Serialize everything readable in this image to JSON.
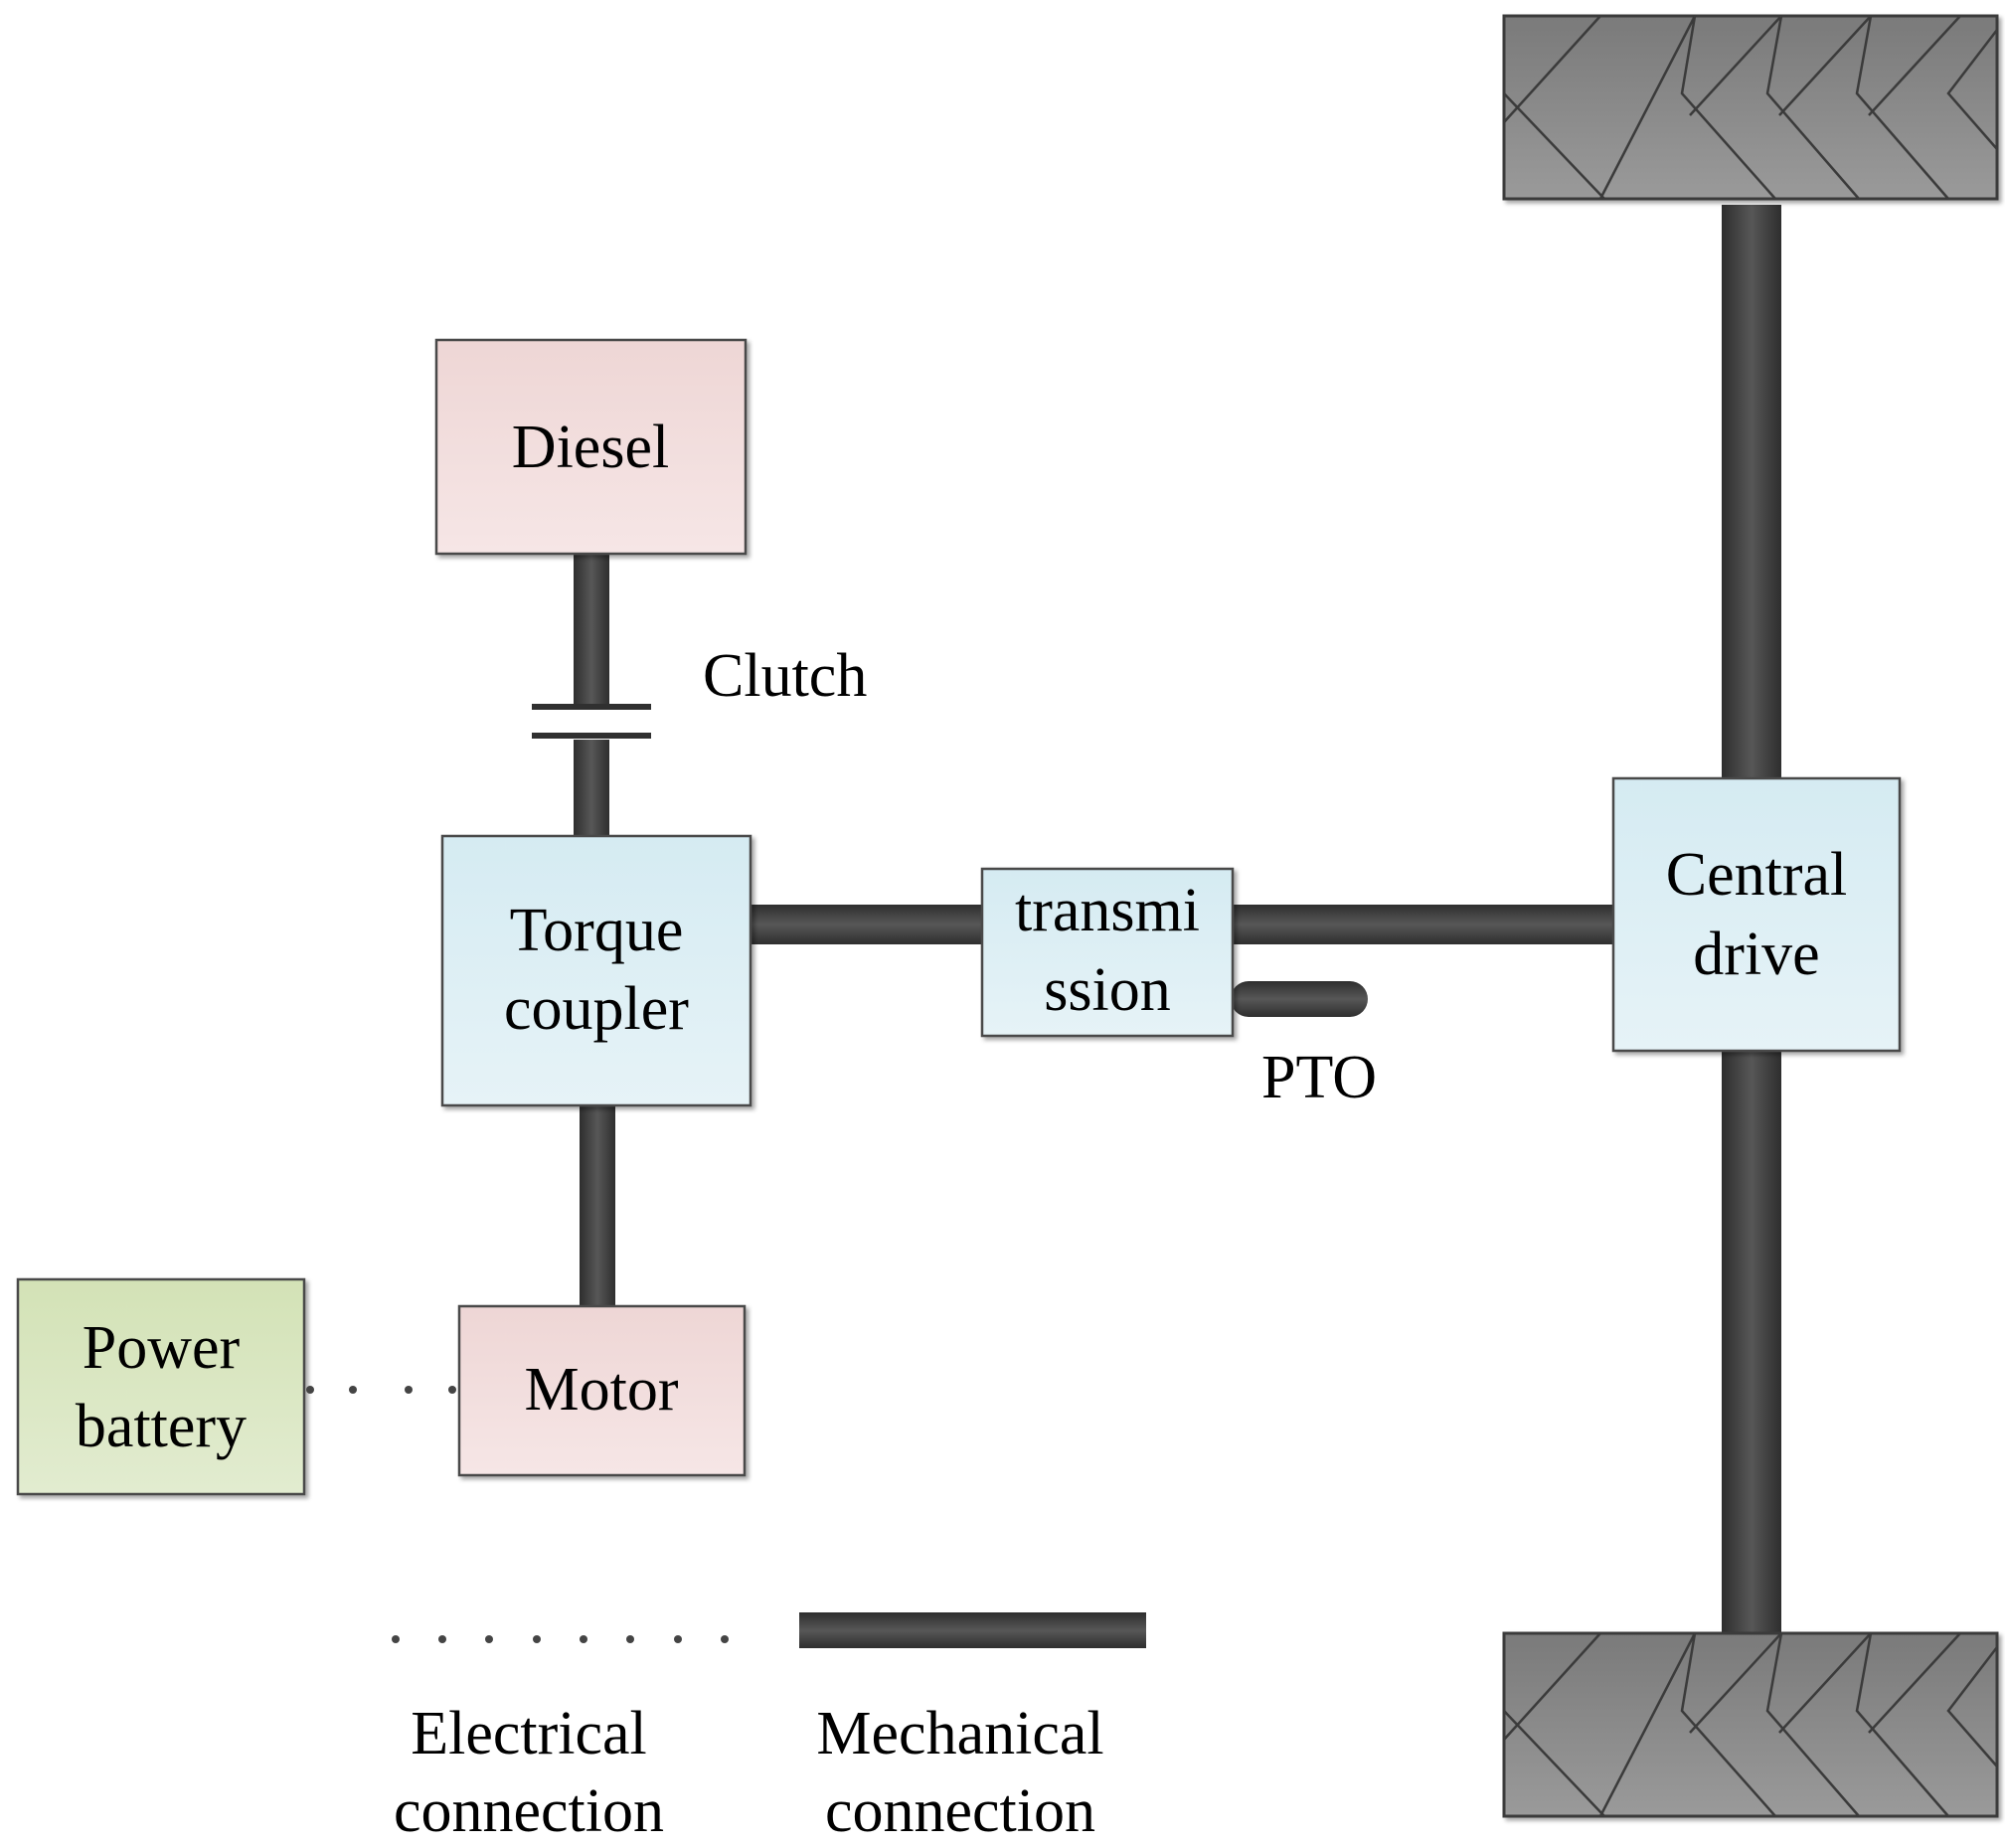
{
  "components": {
    "diesel": {
      "label": "Diesel"
    },
    "clutch": {
      "label": "Clutch"
    },
    "torque_coupler": {
      "line1": "Torque",
      "line2": "coupler"
    },
    "transmission": {
      "line1": "transmi",
      "line2": "ssion"
    },
    "pto": {
      "label": "PTO"
    },
    "central_drive": {
      "line1": "Central",
      "line2": "drive"
    },
    "motor": {
      "label": "Motor"
    },
    "power_battery": {
      "line1": "Power",
      "line2": "battery"
    }
  },
  "legend": {
    "electrical": {
      "line1": "Electrical",
      "line2": "connection"
    },
    "mechanical": {
      "line1": "Mechanical",
      "line2": "connection"
    }
  },
  "colors": {
    "engine_motor_fill": "#f2dcdb",
    "coupler_transmission_fill": "#daeef3",
    "battery_fill": "#d7e4bd",
    "shaft": "#3f3f3f",
    "wheel": "#8c8c8c"
  }
}
